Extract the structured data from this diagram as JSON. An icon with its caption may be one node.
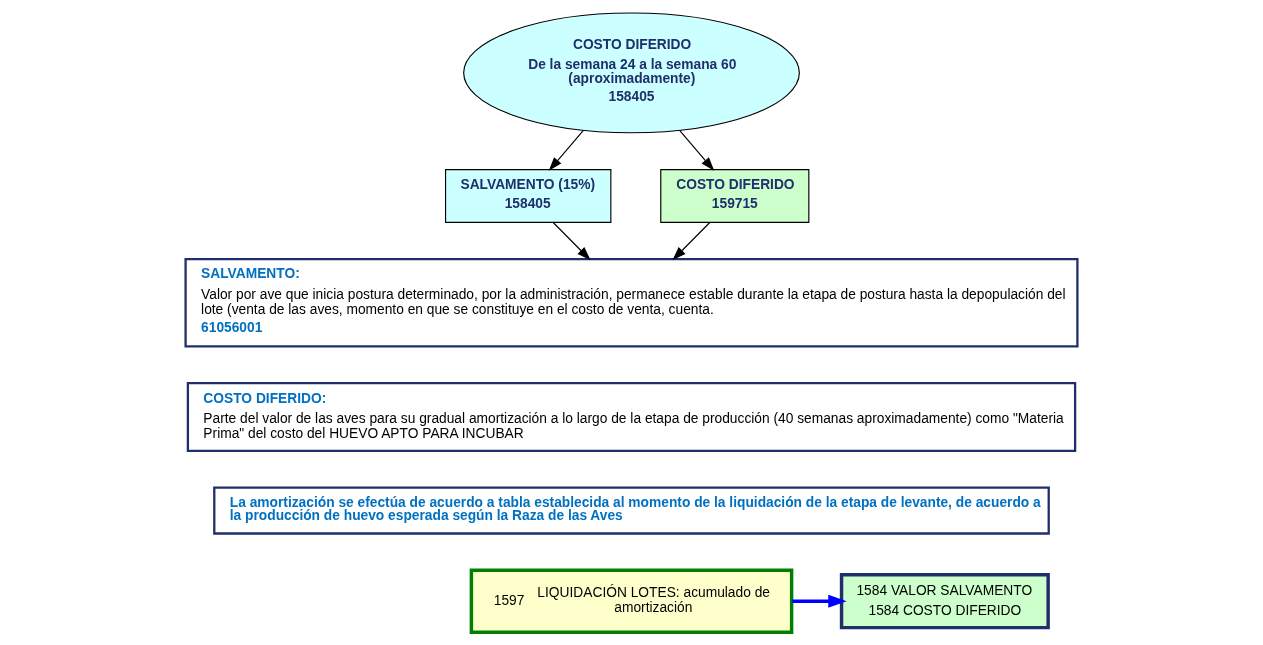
{
  "diagram": {
    "nodes": [
      {
        "text": [
          "COSTO DIFERIDO",
          "De la semana 24 a la semana 60 (aproximadamente)",
          "158405"
        ]
      },
      {
        "text": [
          "SALVAMENTO (15%)",
          "158405"
        ]
      },
      {
        "text": [
          "COSTO DIFERIDO",
          "159715"
        ]
      },
      {
        "text": [
          "SALVAMENTO:",
          "Valor por ave que inicia postura determinado, por la administración, permanece estable durante la etapa de postura hasta la depopulación del lote (venta de las aves, momento en que se constituye en el costo de venta, cuenta.",
          "61056001"
        ]
      },
      {
        "text": [
          "COSTO DIFERIDO:",
          "Parte del valor de las aves para su gradual amortización a lo largo de la etapa de producción (40 semanas aproximadamente) como \"Materia Prima\" del costo del HUEVO APTO PARA INCUBAR"
        ]
      },
      {
        "text": [
          "La amortización se efectúa de acuerdo a tabla establecida al momento de la liquidación de la etapa de levante, de acuerdo a la producción de huevo esperada según la Raza de las Aves"
        ]
      },
      {
        "text": [
          "1597",
          "LIQUIDACIÓN LOTES: acumulado de amortización"
        ]
      },
      {
        "text": [
          "1584 VALOR SALVAMENTO",
          "1584 COSTO DIFERIDO"
        ]
      }
    ],
    "edges": [
      {
        "from": 0,
        "to": 1,
        "arrow": "to"
      },
      {
        "from": 0,
        "to": 2,
        "arrow": "to"
      },
      {
        "from": 1,
        "to": 3,
        "arrow": "to"
      },
      {
        "from": 2,
        "to": 3,
        "arrow": "to"
      },
      {
        "from": 6,
        "to": 7,
        "arrow": "to",
        "style": "thick",
        "color": "#0000ff"
      }
    ]
  }
}
